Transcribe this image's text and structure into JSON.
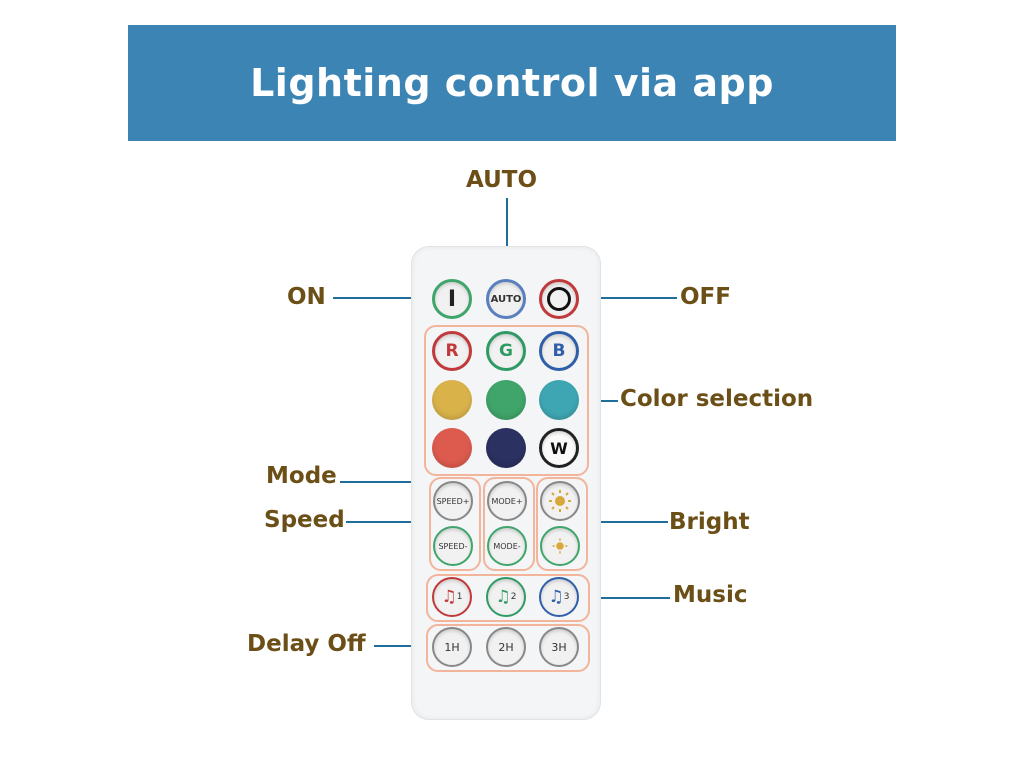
{
  "header": {
    "title": "Lighting control via app"
  },
  "labels": {
    "auto": "AUTO",
    "on": "ON",
    "off": "OFF",
    "color_selection": "Color selection",
    "mode": "Mode",
    "speed": "Speed",
    "bright": "Bright",
    "music": "Music",
    "delay_off": "Delay Off"
  },
  "remote": {
    "power_row": {
      "on_symbol": "I",
      "auto": "AUTO",
      "off_symbol": "O"
    },
    "rgb_row": {
      "r": "R",
      "g": "G",
      "b": "B"
    },
    "white": "W",
    "speed_up": "SPEED+",
    "speed_down": "SPEED-",
    "mode_up": "MODE+",
    "mode_down": "MODE-",
    "music": [
      "1",
      "2",
      "3"
    ],
    "delay": [
      "1H",
      "2H",
      "3H"
    ]
  },
  "colors": {
    "banner": "#3b84b3",
    "label_text": "#6b4f16",
    "leader_line": "#1f6e9a",
    "group_outline": "#f2b49a",
    "red": "#c0393b",
    "green": "#2f9a63",
    "blue": "#2f5fa8",
    "yellow_swatch": "#d9b24a",
    "green_swatch": "#3fa56a",
    "cyan_swatch": "#3ea6b2",
    "red_swatch": "#dd5a4e",
    "navy_swatch": "#2b3160",
    "sun_icon": "#d8a83a"
  }
}
